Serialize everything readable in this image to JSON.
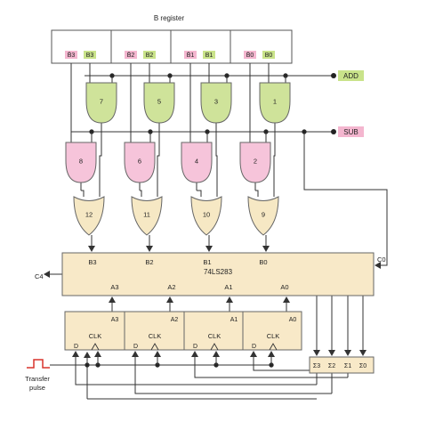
{
  "title": "B register",
  "b_register": {
    "cells": [
      {
        "left": "B̄3",
        "right": "B3"
      },
      {
        "left": "B̄2",
        "right": "B2"
      },
      {
        "left": "B̄1",
        "right": "B1"
      },
      {
        "left": "B̄0",
        "right": "B0"
      }
    ]
  },
  "control": {
    "add": "ADD",
    "sub": "SUB"
  },
  "and_gates": [
    "7",
    "5",
    "3",
    "1"
  ],
  "and_gates_low": [
    "8",
    "6",
    "4",
    "2"
  ],
  "or_gates": [
    "12",
    "11",
    "10",
    "9"
  ],
  "adder": {
    "name": "74LS283",
    "b_inputs": [
      "B3",
      "B2",
      "B1",
      "B0"
    ],
    "a_inputs": [
      "A3",
      "A2",
      "A1",
      "A0"
    ],
    "carry_in": "C0",
    "carry_out": "C4"
  },
  "a_register": {
    "outputs": [
      "A3",
      "A2",
      "A1",
      "A0"
    ],
    "clk_label": "CLK",
    "d_label": "D"
  },
  "sum_outputs": [
    "Σ3",
    "Σ2",
    "Σ1",
    "Σ0"
  ],
  "transfer": {
    "line1": "Transfer",
    "line2": "pulse"
  },
  "colors": {
    "and": "#cfe39a",
    "and_low": "#f6c4da",
    "or": "#f6e8c4",
    "adder": "#f8e9c8",
    "add_tag": "#c9e38a",
    "sub_tag": "#f4b6cf",
    "wire": "#333333"
  }
}
